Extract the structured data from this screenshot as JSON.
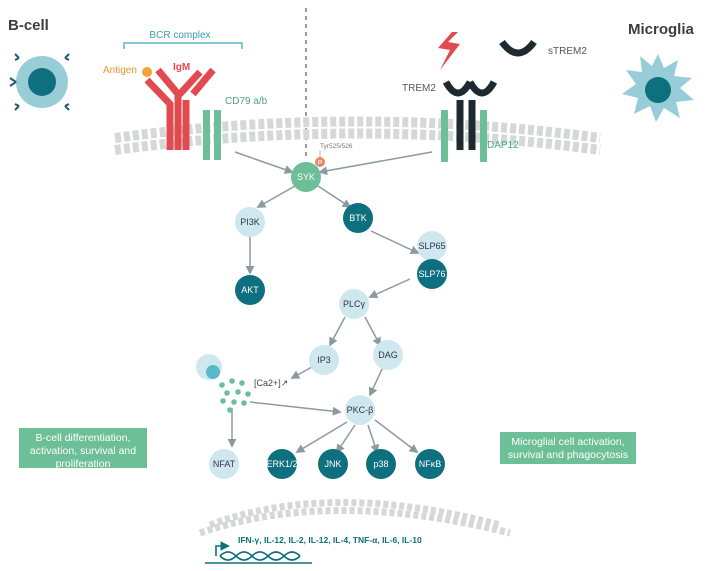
{
  "titles": {
    "bcell": "B-cell",
    "microglia": "Microglia"
  },
  "labels": {
    "bcr_complex": "BCR complex",
    "antigen": "Antigen",
    "igm": "IgM",
    "cd79": "CD79 a/b",
    "trem2": "TREM2",
    "strem2": "sTREM2",
    "dap12": "DAP12",
    "tyr": "Tyr525/526",
    "phospho": "P",
    "ca": "[Ca2+]↗",
    "genes": "IFN-γ, IL-12, IL-2, IL-12, IL-4, TNF-α, IL-6, IL-10"
  },
  "nodes": {
    "syk": "SYK",
    "pi3k": "PI3K",
    "btk": "BTK",
    "akt": "AKT",
    "slp65": "SLP65",
    "slp76": "SLP76",
    "plc": "PLCγ",
    "ip3": "IP3",
    "dag": "DAG",
    "pkc": "PKC-β",
    "nfat": "NFAT",
    "erk": "ERK1/2",
    "jnk": "JNK",
    "p38": "p38",
    "nfkb": "NFκB"
  },
  "outcomes": {
    "bcell": "B-cell differentiation, activation, survival and proliferation",
    "microglia": "Microglial cell activation, survival and phagocytosis"
  },
  "colors": {
    "dark_teal": "#0e6f7e",
    "light_blue": "#cfe8f0",
    "green": "#6cbf96",
    "red": "#e14b50",
    "orange": "#f2a33a",
    "dark": "#1f2a30",
    "cell": "#98cdd8"
  }
}
